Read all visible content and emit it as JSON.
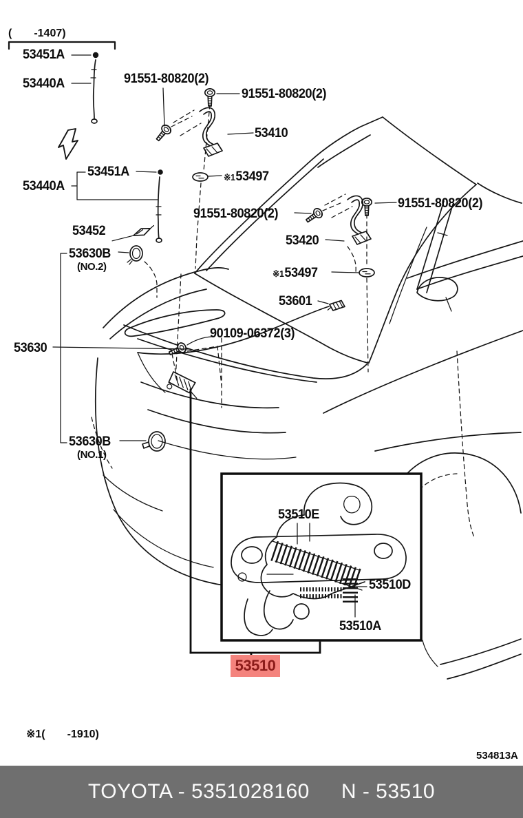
{
  "notes": {
    "header_range": "(　　-1407)",
    "footnote": "※1(　　-1910)",
    "diagram_code": "534813A"
  },
  "callouts": {
    "ref_mark": "※1",
    "c53451A": "53451A",
    "c53440A": "53440A",
    "c91551": "91551-80820(2)",
    "c53410": "53410",
    "c53497": "53497",
    "c53420": "53420",
    "c53601": "53601",
    "c90109": "90109-06372(3)",
    "c53630": "53630",
    "c53452": "53452",
    "c53630B": "53630B",
    "no1": "(NO.1)",
    "no2": "(NO.2)",
    "c53510E": "53510E",
    "c53510D": "53510D",
    "c53510A": "53510A",
    "c53510": "53510"
  },
  "footer": {
    "left": "TOYOTA - 5351028160",
    "right": "N - 53510"
  },
  "colors": {
    "highlight_bg": "#f4837d",
    "highlight_text": "#8c1c1a",
    "footer_bg": "#6f6f6f",
    "line": "#141414"
  }
}
